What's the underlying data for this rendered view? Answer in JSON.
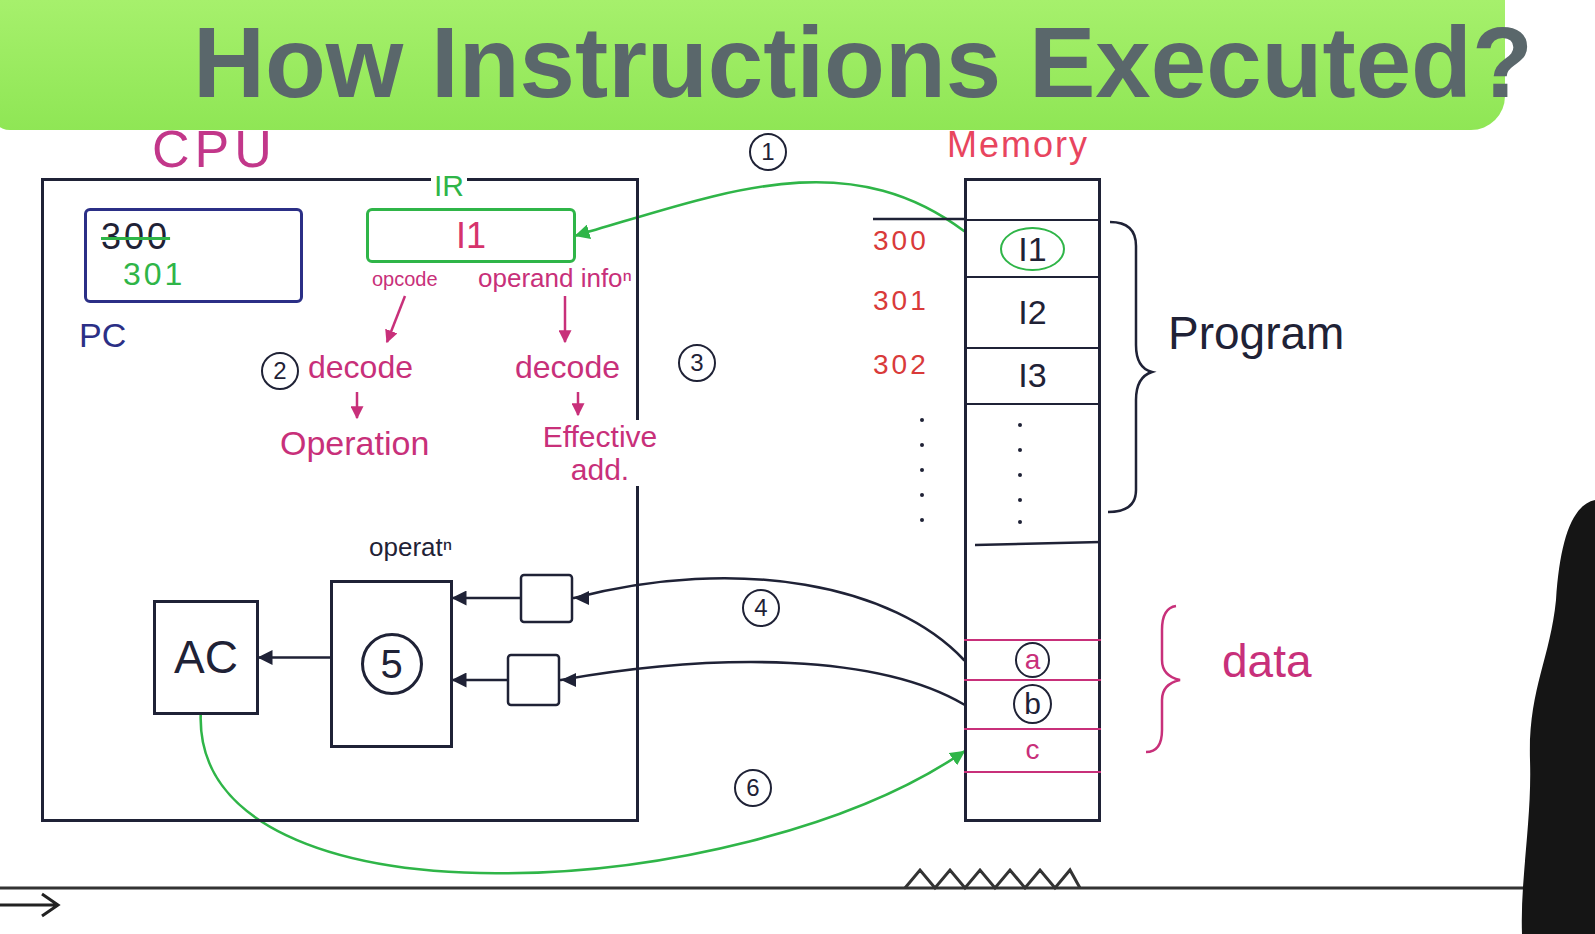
{
  "diagram": {
    "title": "How Instructions Executed?",
    "nodes": [
      {
        "text": [
          "CPU"
        ]
      },
      {
        "text": [
          "300",
          "301",
          "PC"
        ],
        "in": 0
      },
      {
        "text": [
          "IR",
          "I1"
        ],
        "in": 0
      },
      {
        "text": [
          "operatⁿ",
          "5"
        ],
        "in": 0
      },
      {
        "text": [
          "AC"
        ],
        "in": 0
      },
      {
        "text": [
          "Memory"
        ]
      },
      {
        "text": [
          "I1"
        ],
        "in": 5
      },
      {
        "text": [
          "I2"
        ],
        "in": 5
      },
      {
        "text": [
          "I3"
        ],
        "in": 5
      },
      {
        "text": [
          "a"
        ],
        "in": 5
      },
      {
        "text": [
          "b"
        ],
        "in": 5
      },
      {
        "text": [
          "c"
        ],
        "in": 5
      }
    ],
    "edges": [
      {
        "from": 6,
        "to": 2,
        "arrow": "to"
      },
      {
        "from": 9,
        "to": 3,
        "arrow": "to"
      },
      {
        "from": 10,
        "to": 3,
        "arrow": "to"
      },
      {
        "from": 3,
        "to": 4,
        "arrow": "to"
      },
      {
        "from": 4,
        "to": 11,
        "arrow": "to"
      }
    ],
    "labels": [
      "1",
      "opcode",
      "operand infoⁿ",
      "2",
      "decode",
      "Operation",
      "decode",
      "3",
      "Effective add.",
      "4",
      "6",
      "300",
      "301",
      "302",
      "Program",
      "data"
    ]
  }
}
